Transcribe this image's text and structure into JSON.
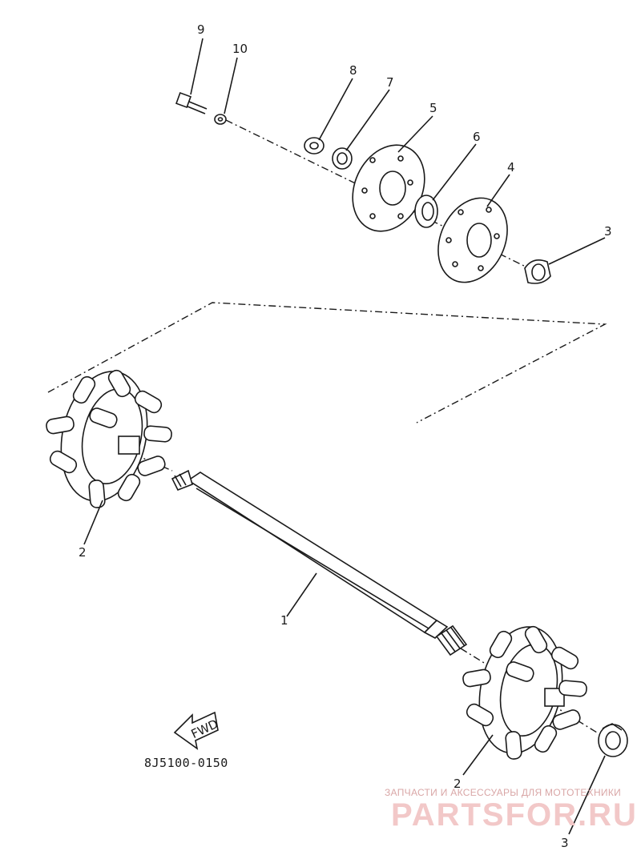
{
  "callouts": {
    "c9": "9",
    "c10": "10",
    "c8": "8",
    "c7": "7",
    "c5": "5",
    "c6": "6",
    "c4": "4",
    "c3_top": "3",
    "c2_left": "2",
    "c1": "1",
    "c2_right": "2",
    "c3_bottom": "3"
  },
  "direction_arrow": "FWD",
  "part_code": "8J5100-0150",
  "watermark": {
    "tagline": "ЗАПЧАСТИ И АКСЕССУАРЫ ДЛЯ МОТОТЕХНИКИ",
    "logo": "PARTSFOR.RU"
  },
  "colors": {
    "ink": "#1a1a1a",
    "watermark": "#f2c8c8"
  }
}
